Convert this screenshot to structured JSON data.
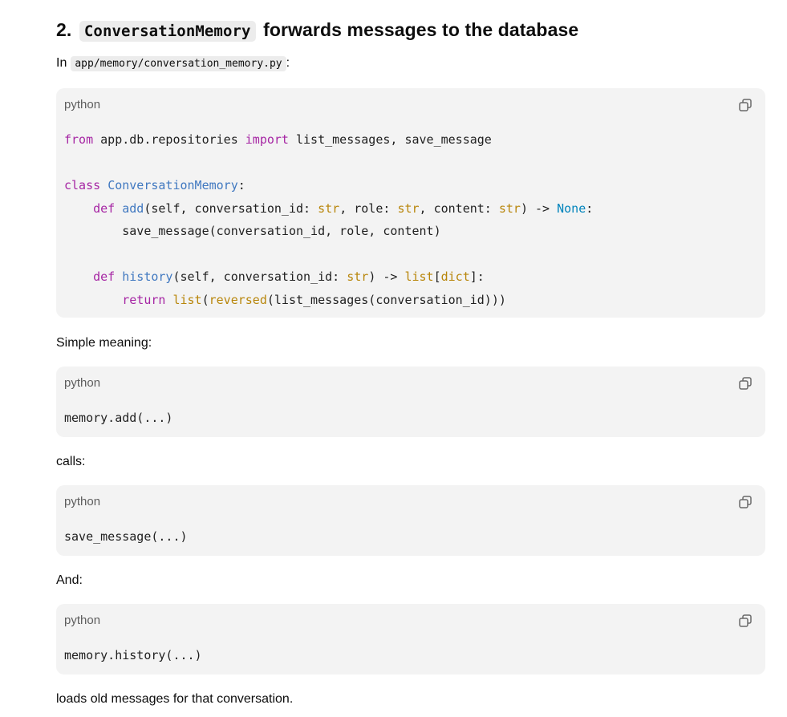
{
  "heading": {
    "number": "2.",
    "code": "ConversationMemory",
    "text": "forwards messages to the database"
  },
  "intro": {
    "prefix": "In",
    "path": "app/memory/conversation_memory.py",
    "suffix": ":"
  },
  "block1": {
    "lang": "python",
    "lines": {
      "l1": {
        "kw_from": "from",
        "mod": " app.db.repositories ",
        "kw_import": "import",
        "names": " list_messages, save_message"
      },
      "l3": {
        "kw_class": "class",
        "sp": " ",
        "cls": "ConversationMemory",
        "colon": ":"
      },
      "l4": {
        "indent": "    ",
        "kw_def": "def",
        "sp": " ",
        "fn": "add",
        "a1": "(self, conversation_id: ",
        "t1": "str",
        "a2": ", role: ",
        "t2": "str",
        "a3": ", content: ",
        "t3": "str",
        "a4": ") -> ",
        "none": "None",
        "end": ":"
      },
      "l5": {
        "text": "        save_message(conversation_id, role, content)"
      },
      "l7": {
        "indent": "    ",
        "kw_def": "def",
        "sp": " ",
        "fn": "history",
        "a1": "(self, conversation_id: ",
        "t1": "str",
        "a2": ") -> ",
        "t2": "list",
        "a3": "[",
        "t3": "dict",
        "end": "]:"
      },
      "l8": {
        "indent": "        ",
        "kw_return": "return",
        "sp": " ",
        "b1": "list",
        "p1": "(",
        "b2": "reversed",
        "rest": "(list_messages(conversation_id)))"
      }
    }
  },
  "text_simple": "Simple meaning:",
  "block2": {
    "lang": "python",
    "code": "memory.add(...)"
  },
  "text_calls": "calls:",
  "block3": {
    "lang": "python",
    "code": "save_message(...)"
  },
  "text_and": "And:",
  "block4": {
    "lang": "python",
    "code": "memory.history(...)"
  },
  "text_loads": "loads old messages for that conversation.",
  "icons": {
    "copy": "copy-icon"
  }
}
